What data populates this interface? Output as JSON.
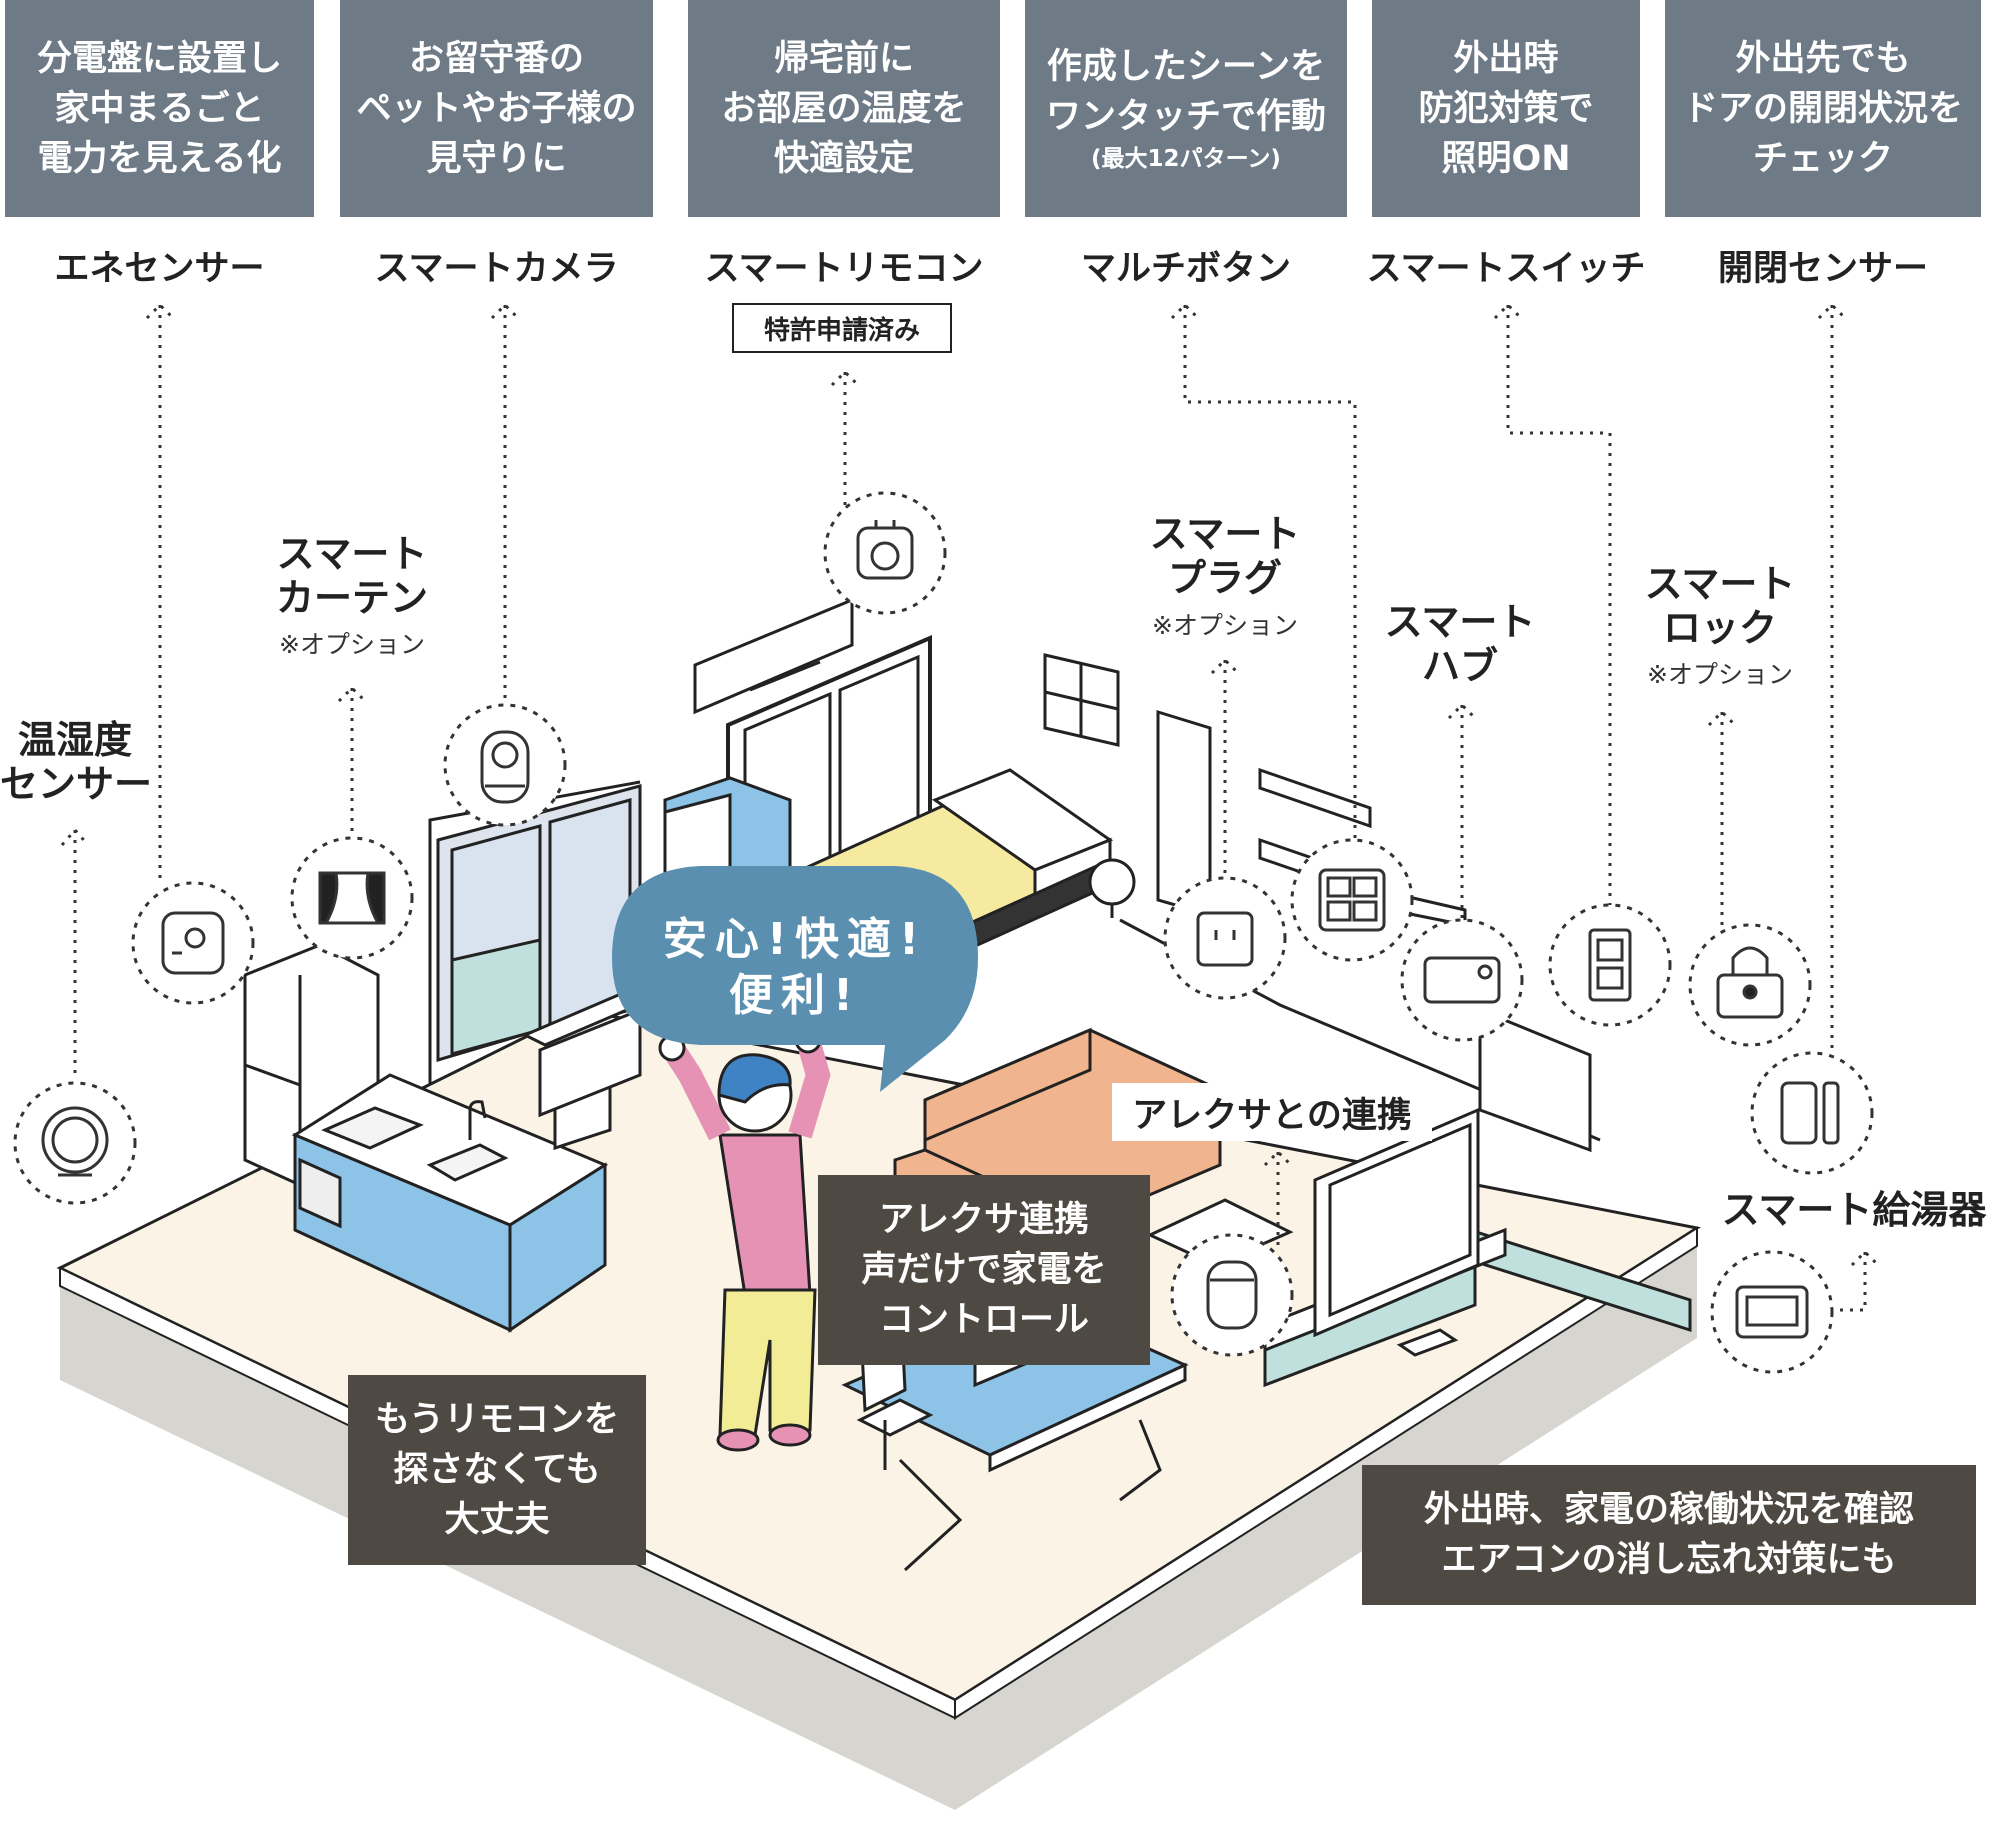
{
  "headers": [
    {
      "lines": [
        "分電盤に設置し",
        "家中まるごと",
        "電力を見える化"
      ],
      "note": ""
    },
    {
      "lines": [
        "お留守番の",
        "ペットやお子様の",
        "見守りに"
      ],
      "note": ""
    },
    {
      "lines": [
        "帰宅前に",
        "お部屋の温度を",
        "快適設定"
      ],
      "note": ""
    },
    {
      "lines": [
        "作成したシーンを",
        "ワンタッチで作動"
      ],
      "note": "(最大12パターン)"
    },
    {
      "lines": [
        "外出時",
        "防犯対策で",
        "照明ON"
      ],
      "note": ""
    },
    {
      "lines": [
        "外出先でも",
        "ドアの開閉状況を",
        "チェック"
      ],
      "note": ""
    }
  ],
  "device_names": [
    "エネセンサー",
    "スマートカメラ",
    "スマートリモコン",
    "マルチボタン",
    "スマートスイッチ",
    "開閉センサー"
  ],
  "patent_badge": "特許申請済み",
  "side_labels": {
    "temp_sensor": [
      "温湿度",
      "センサー"
    ],
    "curtain": [
      "スマート",
      "カーテン"
    ],
    "plug": [
      "スマート",
      "プラグ"
    ],
    "hub": [
      "スマート",
      "ハブ"
    ],
    "lock": [
      "スマート",
      "ロック"
    ],
    "water_heater": "スマート給湯器",
    "alexa": "アレクサとの連携"
  },
  "option_note": "※オプション",
  "bubble": [
    "安心!快適!",
    "便利!"
  ],
  "callouts": {
    "alexa": [
      "アレクサ連携",
      "声だけで家電を",
      "コントロール"
    ],
    "remote": [
      "もうリモコンを",
      "探さなくても",
      "大丈夫"
    ],
    "away": [
      "外出時、家電の稼働状況を確認",
      "エアコンの消し忘れ対策にも"
    ]
  },
  "colors": {
    "header_bg": "#6e7a86",
    "dark_box": "#4e4a43",
    "bubble": "#5a8fb0",
    "floor": "#fbf4e6",
    "base": "#d6d5cf",
    "kitchen_blue": "#8cc3e6",
    "sofa": "#f0b48e",
    "bed_yellow": "#f6eaa0",
    "mint": "#bfe0dc",
    "shirt": "#e592b4",
    "pants": "#f3ec96"
  },
  "icons": [
    "energy-sensor-icon",
    "camera-icon",
    "remote-icon",
    "multi-button-icon",
    "switch-icon",
    "door-sensor-icon",
    "thermo-sensor-icon",
    "curtain-icon",
    "plug-icon",
    "hub-icon",
    "lock-icon",
    "water-heater-icon",
    "alexa-speaker-icon"
  ]
}
